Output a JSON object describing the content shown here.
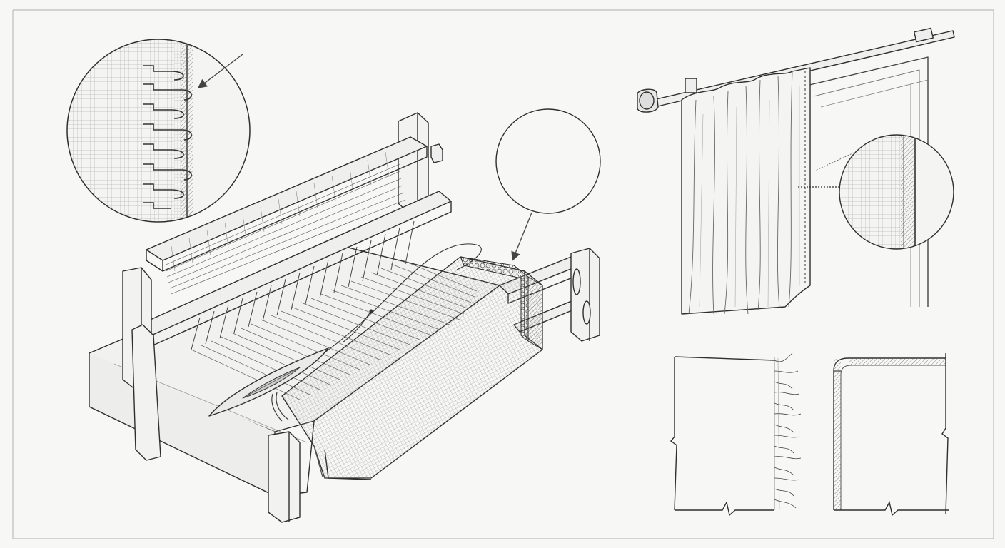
{
  "illustration": {
    "panels": [
      {
        "id": "loom",
        "subject": "table-loom-weaving"
      },
      {
        "id": "curtain",
        "subject": "curtain-on-rod"
      },
      {
        "id": "edge-frayed",
        "subject": "frayed-raw-edge"
      },
      {
        "id": "edge-hemmed",
        "subject": "hemmed-finished-edge"
      }
    ],
    "callouts": [
      "selvedge-detail",
      "empty-callout",
      "curtain-edge-detail"
    ],
    "colors": {
      "paper": "#f7f7f5",
      "ink": "#2f2f2f",
      "ink_light": "#8a8a8a",
      "frame": "#bdbdbd"
    }
  }
}
